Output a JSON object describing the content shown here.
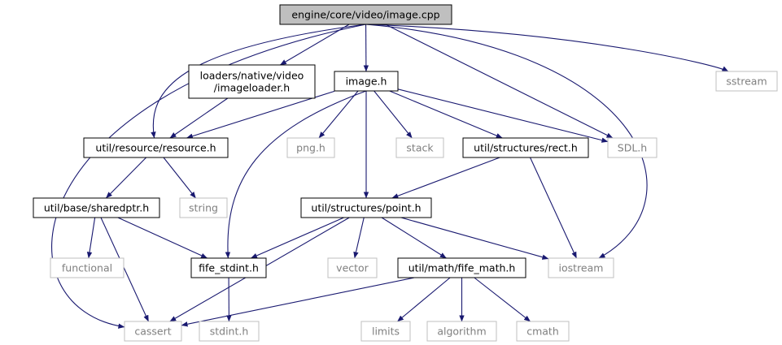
{
  "graph": {
    "colors": {
      "edge": "#191970",
      "root_fill": "#bfbfbf",
      "project_border": "#000000",
      "system_border": "#bfbfbf",
      "system_text": "#7f7f7f"
    },
    "nodes": [
      {
        "id": "root",
        "label": "engine/core/video/image.cpp",
        "kind": "root"
      },
      {
        "id": "imageloader",
        "label": "loaders/native/video\n/imageloader.h",
        "kind": "project"
      },
      {
        "id": "image_h",
        "label": "image.h",
        "kind": "project"
      },
      {
        "id": "sstream",
        "label": "sstream",
        "kind": "system"
      },
      {
        "id": "resource",
        "label": "util/resource/resource.h",
        "kind": "project"
      },
      {
        "id": "png",
        "label": "png.h",
        "kind": "system"
      },
      {
        "id": "stack",
        "label": "stack",
        "kind": "system"
      },
      {
        "id": "rect",
        "label": "util/structures/rect.h",
        "kind": "project"
      },
      {
        "id": "sdl",
        "label": "SDL.h",
        "kind": "system"
      },
      {
        "id": "sharedptr",
        "label": "util/base/sharedptr.h",
        "kind": "project"
      },
      {
        "id": "string",
        "label": "string",
        "kind": "system"
      },
      {
        "id": "point",
        "label": "util/structures/point.h",
        "kind": "project"
      },
      {
        "id": "functional",
        "label": "functional",
        "kind": "system"
      },
      {
        "id": "fife_stdint",
        "label": "fife_stdint.h",
        "kind": "project"
      },
      {
        "id": "vector",
        "label": "vector",
        "kind": "system"
      },
      {
        "id": "fife_math",
        "label": "util/math/fife_math.h",
        "kind": "project"
      },
      {
        "id": "iostream",
        "label": "iostream",
        "kind": "system"
      },
      {
        "id": "cassert",
        "label": "cassert",
        "kind": "system"
      },
      {
        "id": "stdint",
        "label": "stdint.h",
        "kind": "system"
      },
      {
        "id": "limits",
        "label": "limits",
        "kind": "system"
      },
      {
        "id": "algorithm",
        "label": "algorithm",
        "kind": "system"
      },
      {
        "id": "cmath",
        "label": "cmath",
        "kind": "system"
      }
    ],
    "edges": [
      [
        "root",
        "imageloader"
      ],
      [
        "root",
        "image_h"
      ],
      [
        "root",
        "sstream"
      ],
      [
        "root",
        "resource"
      ],
      [
        "root",
        "sdl"
      ],
      [
        "root",
        "iostream"
      ],
      [
        "root",
        "cassert"
      ],
      [
        "imageloader",
        "resource"
      ],
      [
        "image_h",
        "resource"
      ],
      [
        "image_h",
        "png"
      ],
      [
        "image_h",
        "stack"
      ],
      [
        "image_h",
        "rect"
      ],
      [
        "image_h",
        "sdl"
      ],
      [
        "image_h",
        "point"
      ],
      [
        "image_h",
        "fife_stdint"
      ],
      [
        "resource",
        "sharedptr"
      ],
      [
        "resource",
        "string"
      ],
      [
        "rect",
        "point"
      ],
      [
        "rect",
        "iostream"
      ],
      [
        "sharedptr",
        "functional"
      ],
      [
        "sharedptr",
        "fife_stdint"
      ],
      [
        "sharedptr",
        "cassert"
      ],
      [
        "point",
        "fife_stdint"
      ],
      [
        "point",
        "vector"
      ],
      [
        "point",
        "fife_math"
      ],
      [
        "point",
        "iostream"
      ],
      [
        "point",
        "cassert"
      ],
      [
        "fife_stdint",
        "stdint"
      ],
      [
        "fife_math",
        "cassert"
      ],
      [
        "fife_math",
        "limits"
      ],
      [
        "fife_math",
        "algorithm"
      ],
      [
        "fife_math",
        "cmath"
      ]
    ]
  }
}
